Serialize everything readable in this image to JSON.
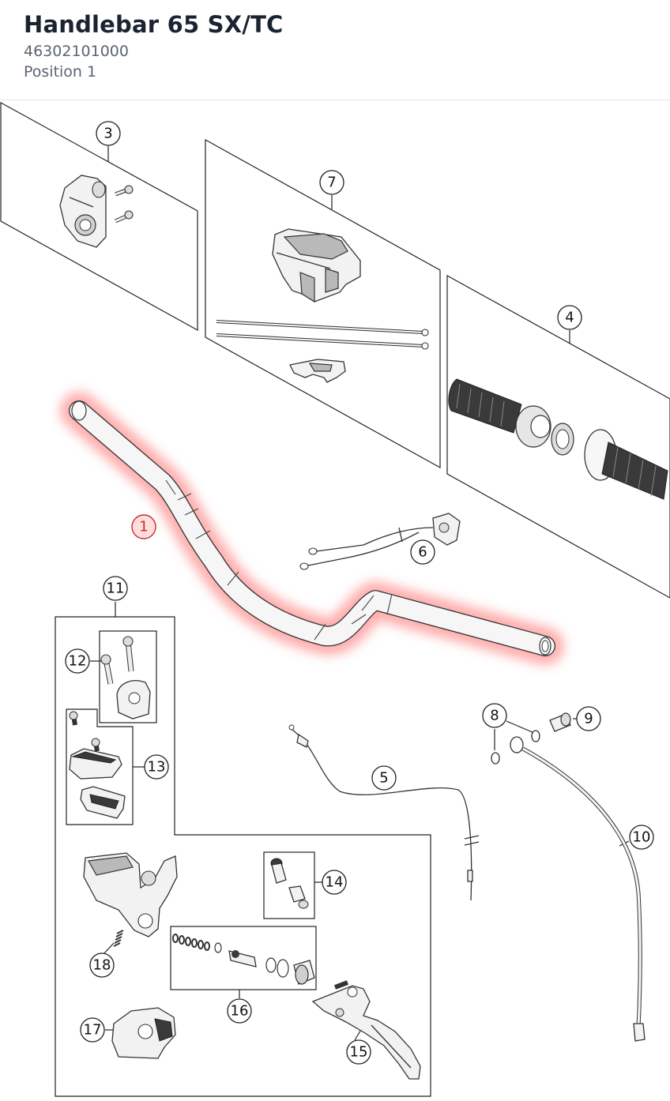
{
  "header": {
    "title": "Handlebar 65 SX/TC",
    "part_number": "46302101000",
    "position": "Position 1"
  },
  "colors": {
    "title": "#1b2331",
    "subtitle": "#5b6572",
    "highlight": "#ff5a5a",
    "highlight_label": "#cc2a2a"
  },
  "diagram": {
    "selected_callout": "1",
    "callouts": {
      "c1": "1",
      "c3": "3",
      "c4": "4",
      "c5": "5",
      "c6": "6",
      "c7": "7",
      "c8": "8",
      "c9": "9",
      "c10": "10",
      "c11": "11",
      "c12": "12",
      "c13": "13",
      "c14": "14",
      "c15": "15",
      "c16": "16",
      "c17": "17",
      "c18": "18"
    }
  }
}
